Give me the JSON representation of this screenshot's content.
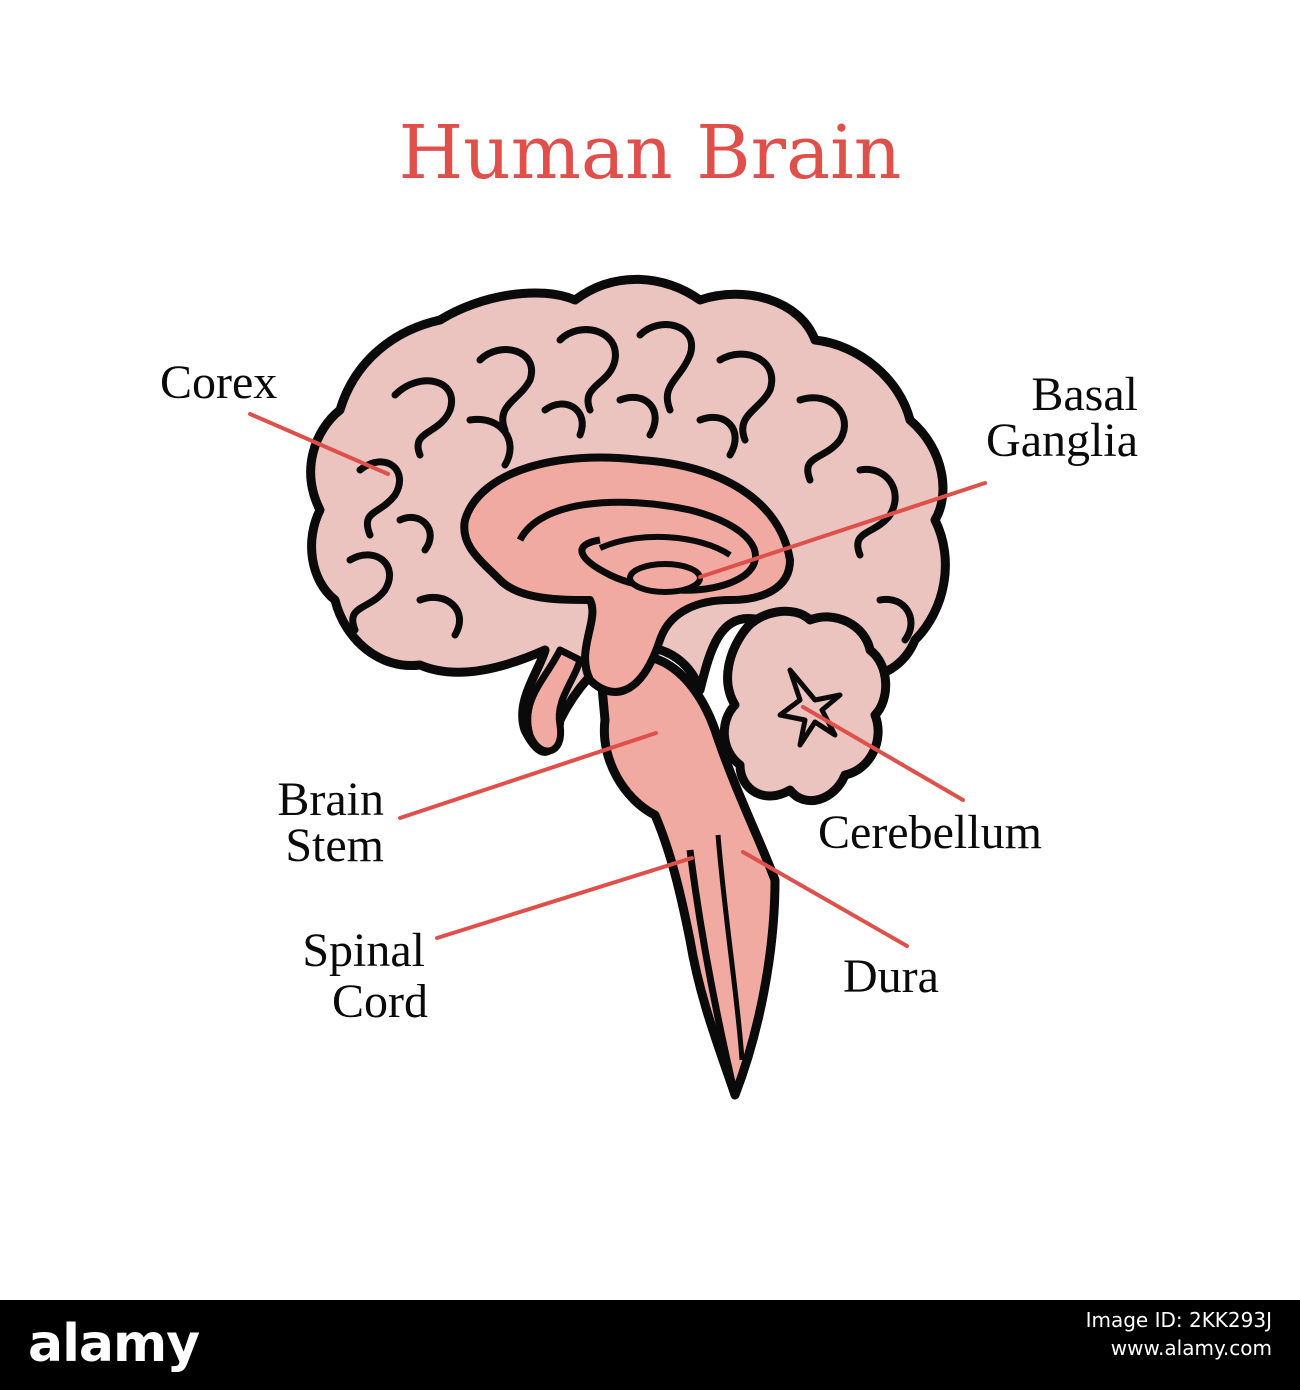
{
  "title": "Human Brain",
  "colors": {
    "title": "#e0504b",
    "leader_line": "#e0504b",
    "brain_fill": "#ebc3bf",
    "inner_fill": "#f0aaa2",
    "outline": "#0a0a0a"
  },
  "labels": {
    "corex": "Corex",
    "basal_1": "Basal",
    "basal_2": "Ganglia",
    "brain_1": "Brain",
    "brain_2": "Stem",
    "cerebellum": "Cerebellum",
    "spinal_1": "Spinal",
    "spinal_2": "Cord",
    "dura": "Dura"
  },
  "footer": {
    "logo": "alamy",
    "image_id": "Image ID: 2KK293J",
    "url": "www.alamy.com"
  }
}
